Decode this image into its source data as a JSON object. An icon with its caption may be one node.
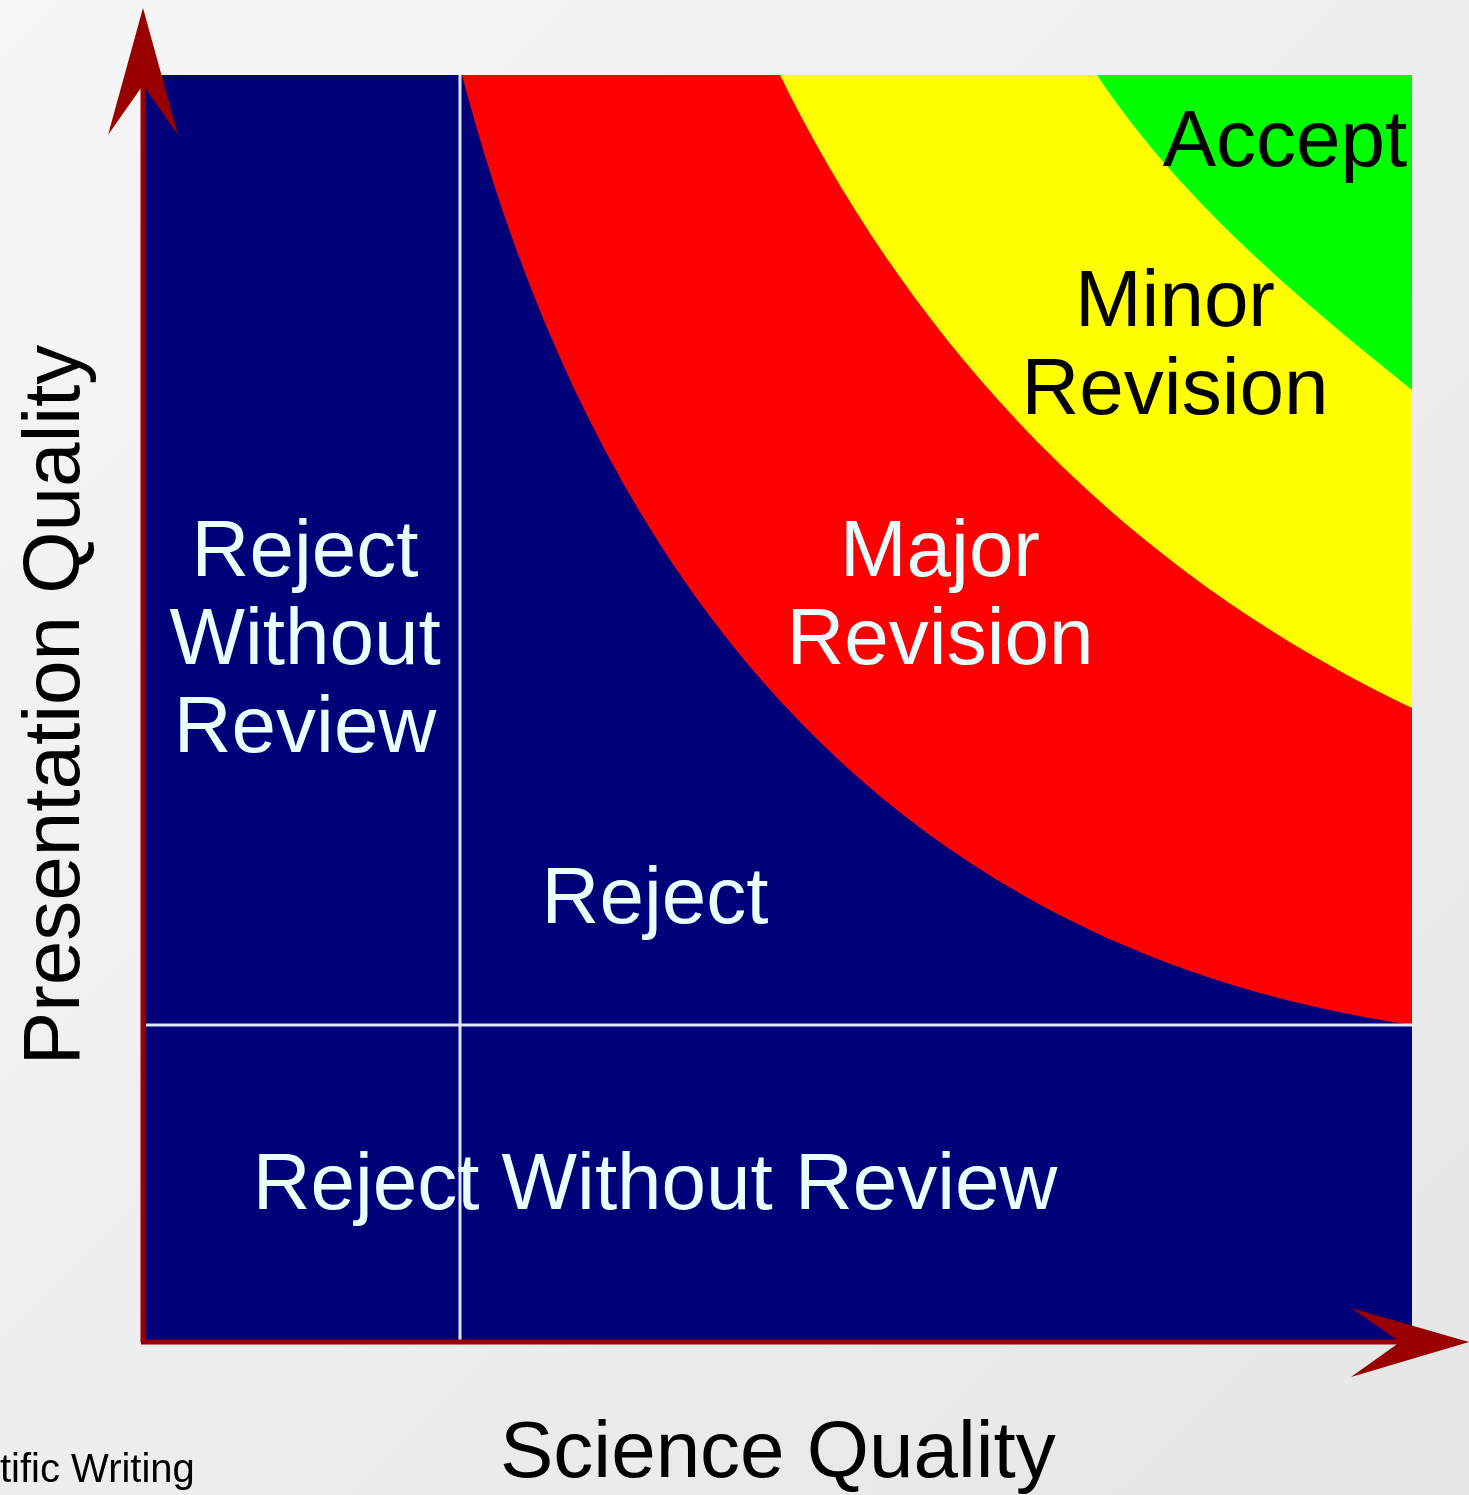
{
  "diagram": {
    "nodes": [
      {
        "text": [
          "Accept"
        ]
      },
      {
        "text": [
          "Minor Revision"
        ]
      },
      {
        "text": [
          "Reject Without Review"
        ]
      },
      {
        "text": [
          "Major Revision"
        ]
      },
      {
        "text": [
          "Reject"
        ]
      },
      {
        "text": [
          "Reject Without Review"
        ]
      }
    ],
    "labels": [
      "Presentation Quality",
      "Science Quality",
      "tific Writing"
    ]
  }
}
